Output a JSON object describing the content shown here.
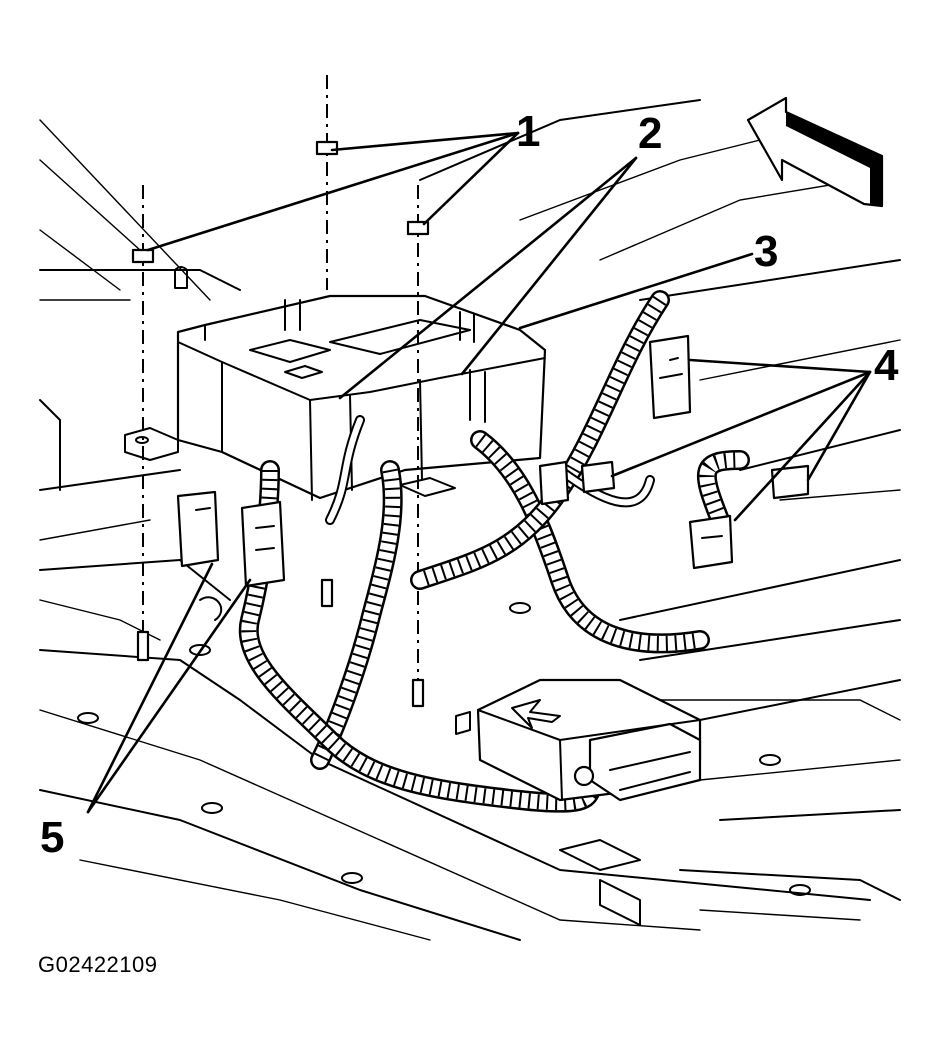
{
  "figure": {
    "id_text": "G02422109"
  },
  "callouts": [
    {
      "number": "1"
    },
    {
      "number": "2"
    },
    {
      "number": "3"
    },
    {
      "number": "4"
    },
    {
      "number": "5"
    }
  ],
  "icons": {
    "direction_arrow": "forward-arrow-icon"
  },
  "colors": {
    "line": "#000000",
    "background": "#ffffff"
  }
}
